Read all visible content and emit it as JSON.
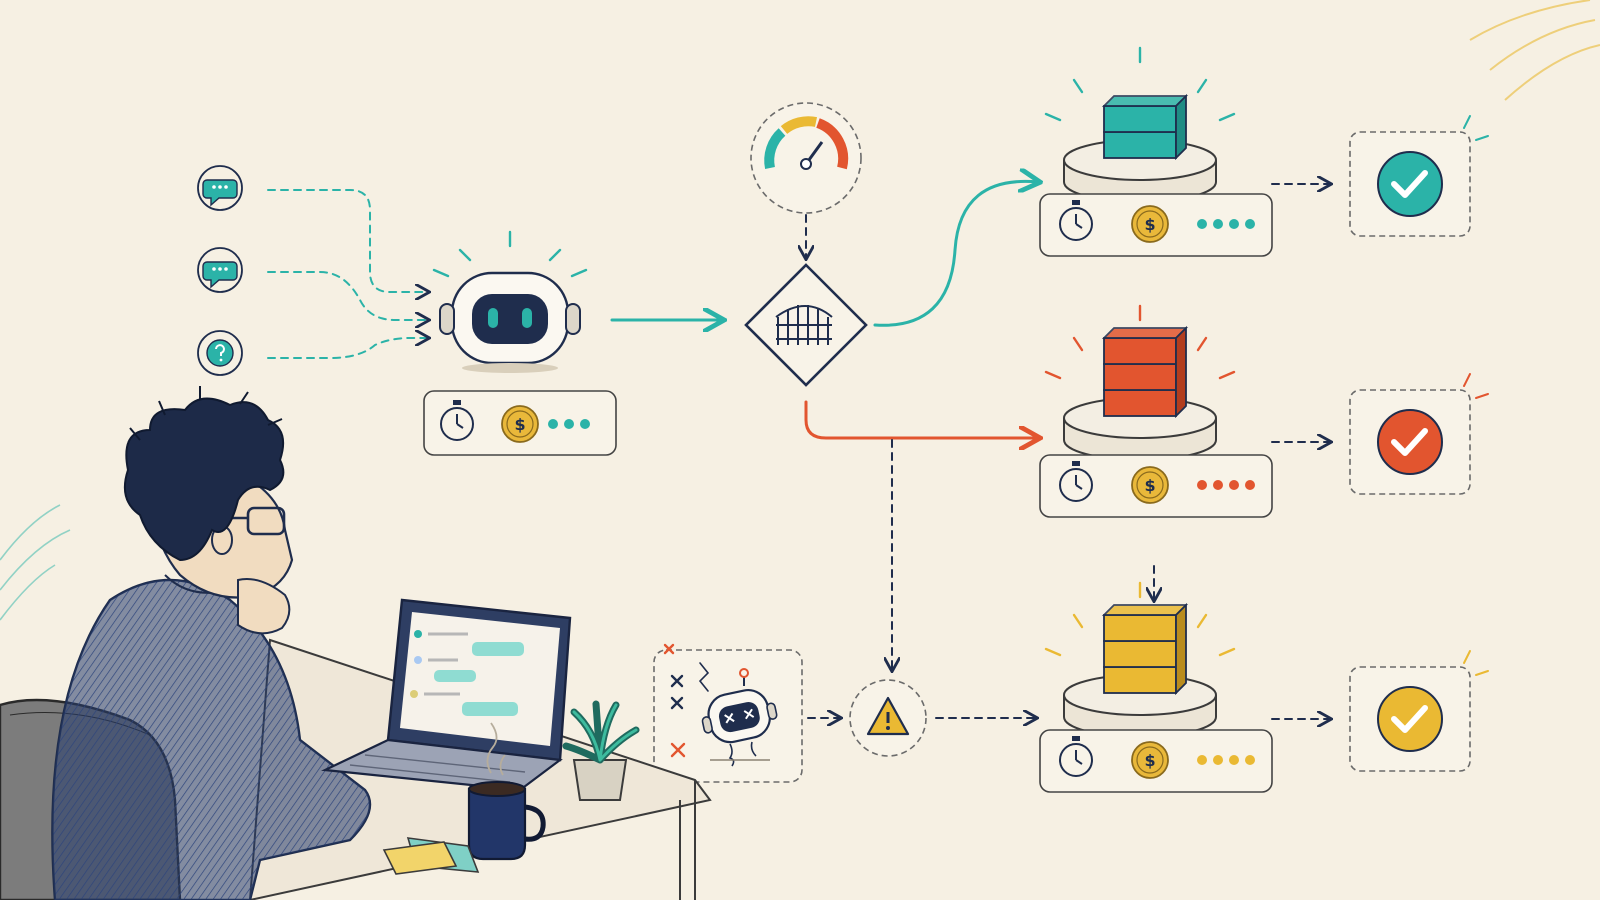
{
  "colors": {
    "background": "#f6f0e3",
    "ink": "#1f2d4d",
    "teal": "#2bb3a8",
    "orange": "#e2552f",
    "yellow": "#eab933",
    "coin": "#e9b83a",
    "hoodie": "#253a6b"
  },
  "icons": {
    "inputs": [
      "chat-bubble-icon",
      "chat-bubble-icon",
      "question-bubble-icon"
    ],
    "router": "robot-icon",
    "meter": "gauge-icon",
    "gate": "gate-icon",
    "fallback": "warning-icon",
    "broken_model": "broken-robot-icon",
    "metrics": [
      "stopwatch-icon",
      "coin-icon",
      "dots-icon"
    ],
    "tiers": [
      "server-stack-icon",
      "server-stack-icon",
      "server-stack-icon"
    ],
    "results": [
      "check-circle-icon",
      "check-circle-icon",
      "check-circle-icon"
    ]
  },
  "router_metrics": {
    "dot_count": 3,
    "dot_color": "#2bb3a8"
  },
  "tiers": [
    {
      "color": "#2bb3a8",
      "dark": "#1f8c84",
      "blocks": 2,
      "dot_count": 4
    },
    {
      "color": "#e2552f",
      "dark": "#b23d1e",
      "blocks": 3,
      "dot_count": 4
    },
    {
      "color": "#eab933",
      "dark": "#b98c1e",
      "blocks": 3,
      "dot_count": 4
    }
  ]
}
